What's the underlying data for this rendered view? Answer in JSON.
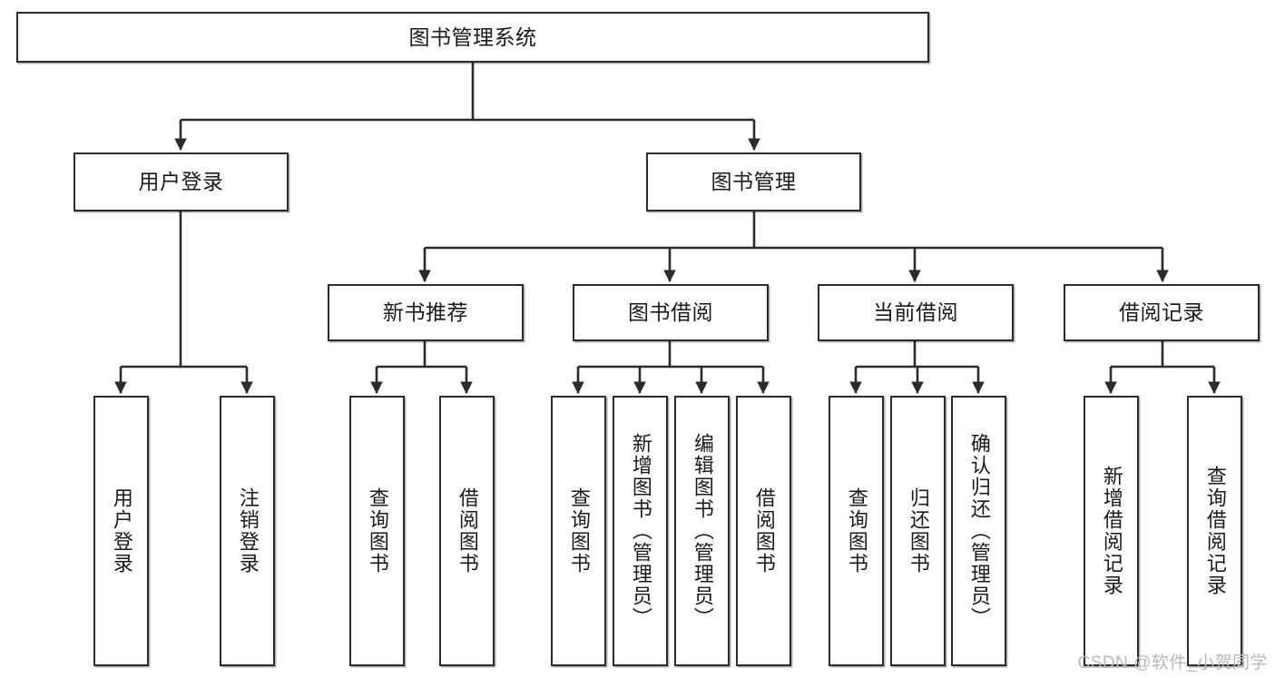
{
  "diagram": {
    "type": "tree-hierarchy",
    "title": "图书管理系统",
    "watermark": "CSDN @软件_小贺同学",
    "colors": {
      "box_border": "#2b2b2b",
      "box_fill": "#ffffff",
      "edge": "#2b2b2b",
      "text": "#1a1a1a",
      "watermark": "#b9b9b9"
    },
    "levels": {
      "root": {
        "label": "图书管理系统"
      },
      "level2": [
        {
          "label": "用户登录"
        },
        {
          "label": "图书管理"
        }
      ],
      "level3": [
        {
          "label": "新书推荐"
        },
        {
          "label": "图书借阅"
        },
        {
          "label": "当前借阅"
        },
        {
          "label": "借阅记录"
        }
      ],
      "leaves": [
        {
          "label": "用户登录",
          "parent": "用户登录"
        },
        {
          "label": "注销登录",
          "parent": "用户登录"
        },
        {
          "label": "查询图书",
          "parent": "新书推荐"
        },
        {
          "label": "借阅图书",
          "parent": "新书推荐"
        },
        {
          "label": "查询图书",
          "parent": "图书借阅"
        },
        {
          "label": "新增图书（管理员）",
          "parent": "图书借阅"
        },
        {
          "label": "编辑图书（管理员）",
          "parent": "图书借阅"
        },
        {
          "label": "借阅图书",
          "parent": "图书借阅"
        },
        {
          "label": "查询图书",
          "parent": "当前借阅"
        },
        {
          "label": "归还图书",
          "parent": "当前借阅"
        },
        {
          "label": "确认归还（管理员）",
          "parent": "当前借阅"
        },
        {
          "label": "新增借阅记录",
          "parent": "借阅记录"
        },
        {
          "label": "查询借阅记录",
          "parent": "借阅记录"
        }
      ]
    }
  }
}
